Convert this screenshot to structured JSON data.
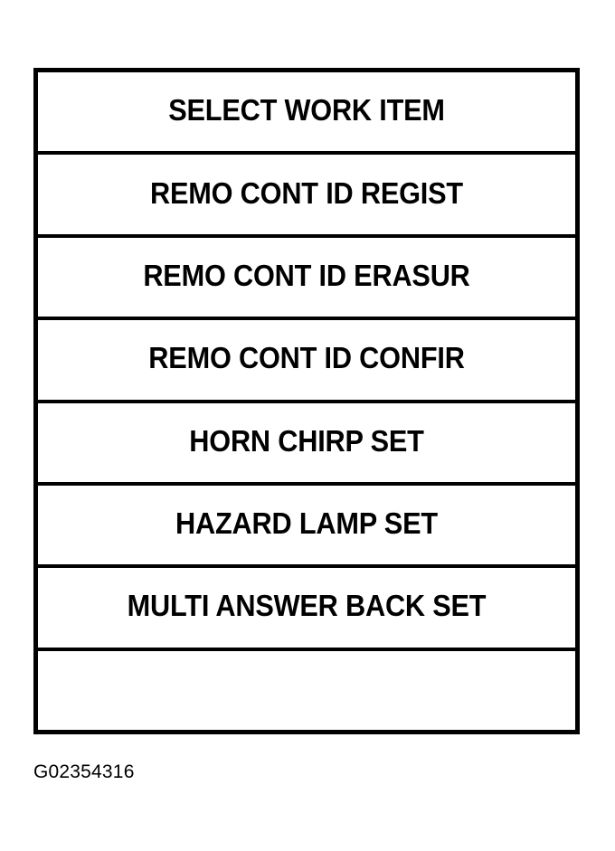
{
  "figure": {
    "caption": "G02354316",
    "background_color": "#ffffff",
    "border_color": "#000000",
    "text_color": "#000000"
  },
  "menu": {
    "title": "SELECT WORK ITEM",
    "rows": [
      {
        "label": "SELECT WORK ITEM",
        "empty": false
      },
      {
        "label": "REMO CONT ID REGIST",
        "empty": false
      },
      {
        "label": "REMO CONT ID ERASUR",
        "empty": false
      },
      {
        "label": "REMO CONT ID CONFIR",
        "empty": false
      },
      {
        "label": "HORN CHIRP SET",
        "empty": false
      },
      {
        "label": "HAZARD LAMP SET",
        "empty": false
      },
      {
        "label": "MULTI ANSWER BACK SET",
        "empty": false
      },
      {
        "label": "",
        "empty": true
      }
    ]
  }
}
